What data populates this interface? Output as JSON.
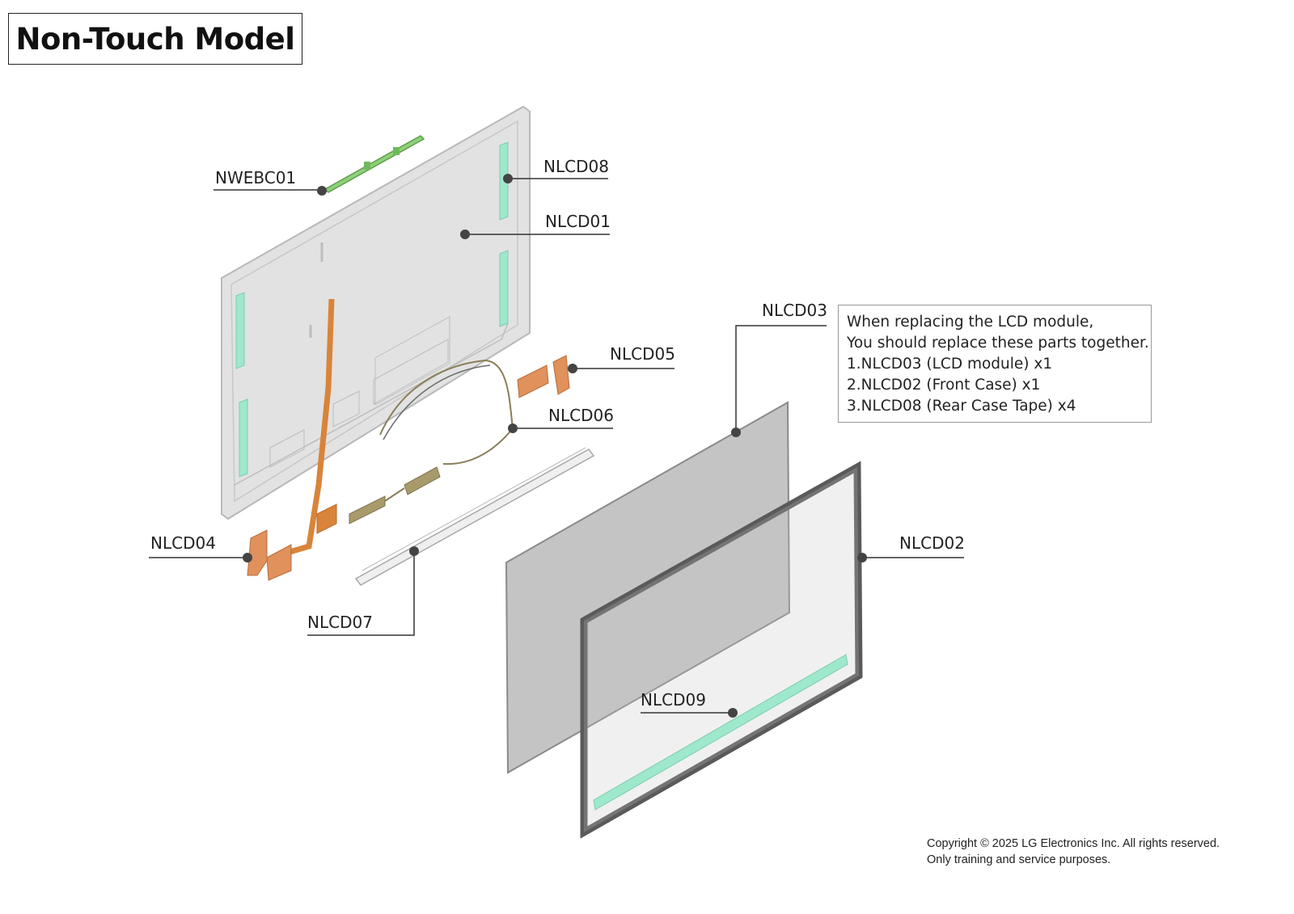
{
  "title": "Non-Touch Model",
  "callouts": {
    "nwebc01": "NWEBC01",
    "nlcd08": "NLCD08",
    "nlcd01": "NLCD01",
    "nlcd03": "NLCD03",
    "nlcd05": "NLCD05",
    "nlcd06": "NLCD06",
    "nlcd04": "NLCD04",
    "nlcd02": "NLCD02",
    "nlcd07": "NLCD07",
    "nlcd09": "NLCD09"
  },
  "note": {
    "line1": "When replacing the LCD module,",
    "line2": "You should replace these parts together.",
    "items": [
      "1.NLCD03 (LCD module) x1",
      "2.NLCD02 (Front Case) x1",
      "3.NLCD08 (Rear Case Tape) x4"
    ]
  },
  "copyright": {
    "line1": "Copyright © 2025 LG Electronics Inc. All rights reserved.",
    "line2": "Only training and service purposes."
  },
  "colors": {
    "rear_case": "#e2e2e2",
    "case_outline": "#b8b8b8",
    "tape": "#9ee8cc",
    "flex_cable": "#d9843a",
    "hinge": "#e0915c",
    "webcam_board": "#8fd07a",
    "antenna": "#a89a6a",
    "lcd_panel": "#c4c4c4",
    "front_frame": "#5a5a5a",
    "leader_line": "#333333"
  }
}
